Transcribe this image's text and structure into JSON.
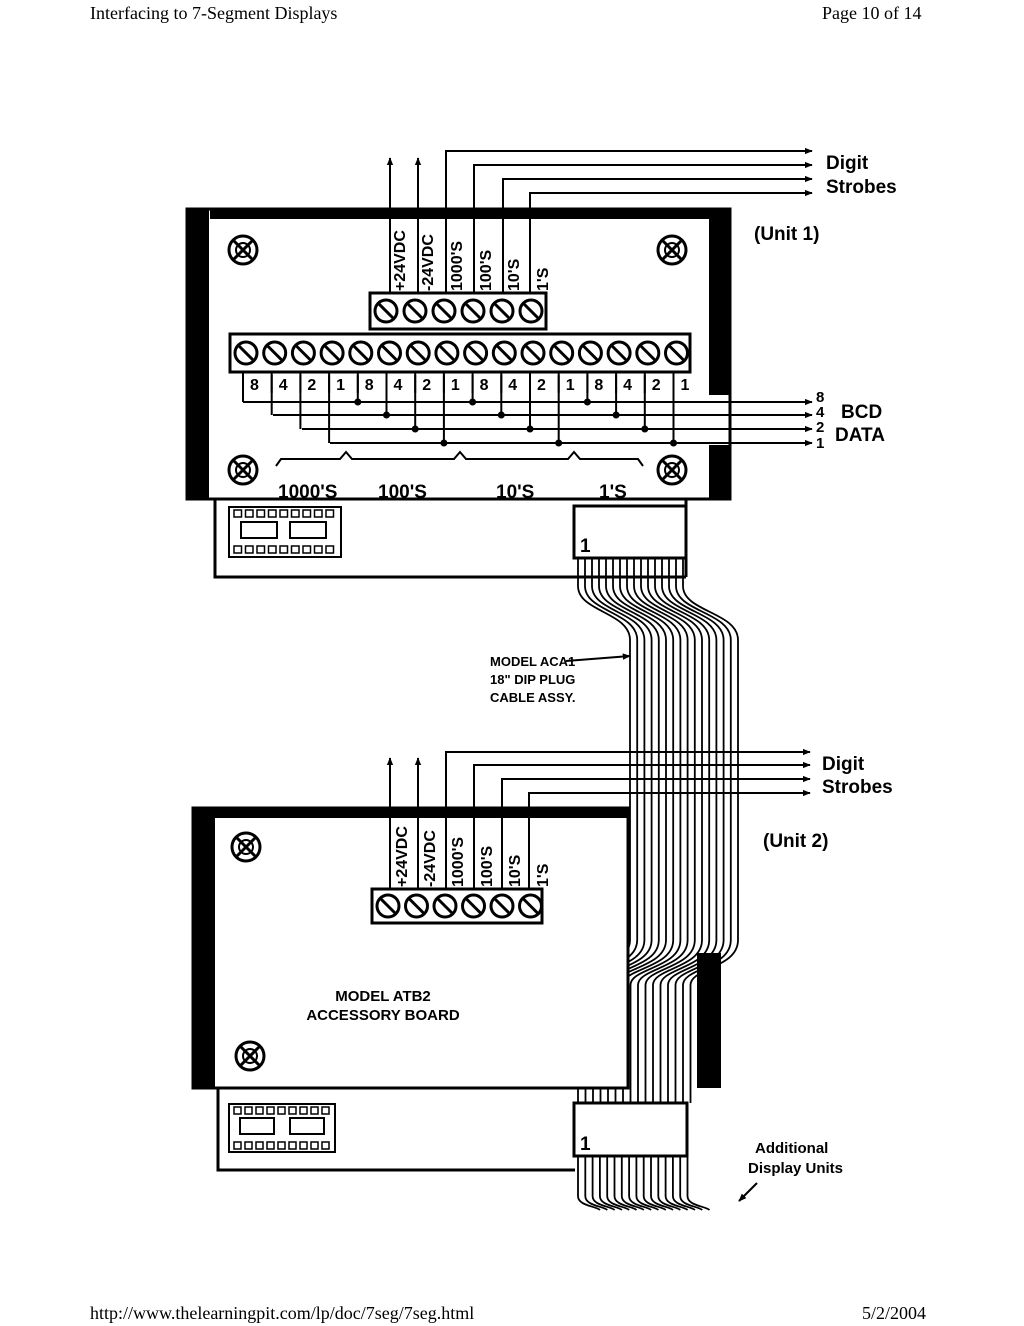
{
  "header": {
    "title": "Interfacing to 7-Segment Displays",
    "page": "Page 10 of 14"
  },
  "footer": {
    "url": "http://www.thelearningpit.com/lp/doc/7seg/7seg.html",
    "date": "5/2/2004"
  },
  "diagram": {
    "unit1_label": "(Unit 1)",
    "unit2_label": "(Unit 2)",
    "digit_strobes_line1": "Digit",
    "digit_strobes_line2": "Strobes",
    "bcd_line1": "BCD",
    "bcd_line2": "DATA",
    "bcd_bits": [
      "8",
      "4",
      "2",
      "1"
    ],
    "top_terminals": [
      "+24VDC",
      "-24VDC",
      "1000'S",
      "100'S",
      "10'S",
      "1'S"
    ],
    "bcd_terminals": [
      "8",
      "4",
      "2",
      "1",
      "8",
      "4",
      "2",
      "1",
      "8",
      "4",
      "2",
      "1",
      "8",
      "4",
      "2",
      "1"
    ],
    "group_labels": [
      "1000'S",
      "100'S",
      "10'S",
      "1'S"
    ],
    "connector_pin": "1",
    "cable_line1": "MODEL ACA1",
    "cable_line2": "18\" DIP PLUG",
    "cable_line3": "CABLE ASSY.",
    "board_line1": "MODEL ATB2",
    "board_line2": "ACCESSORY BOARD",
    "additional_line1": "Additional",
    "additional_line2": "Display Units"
  }
}
